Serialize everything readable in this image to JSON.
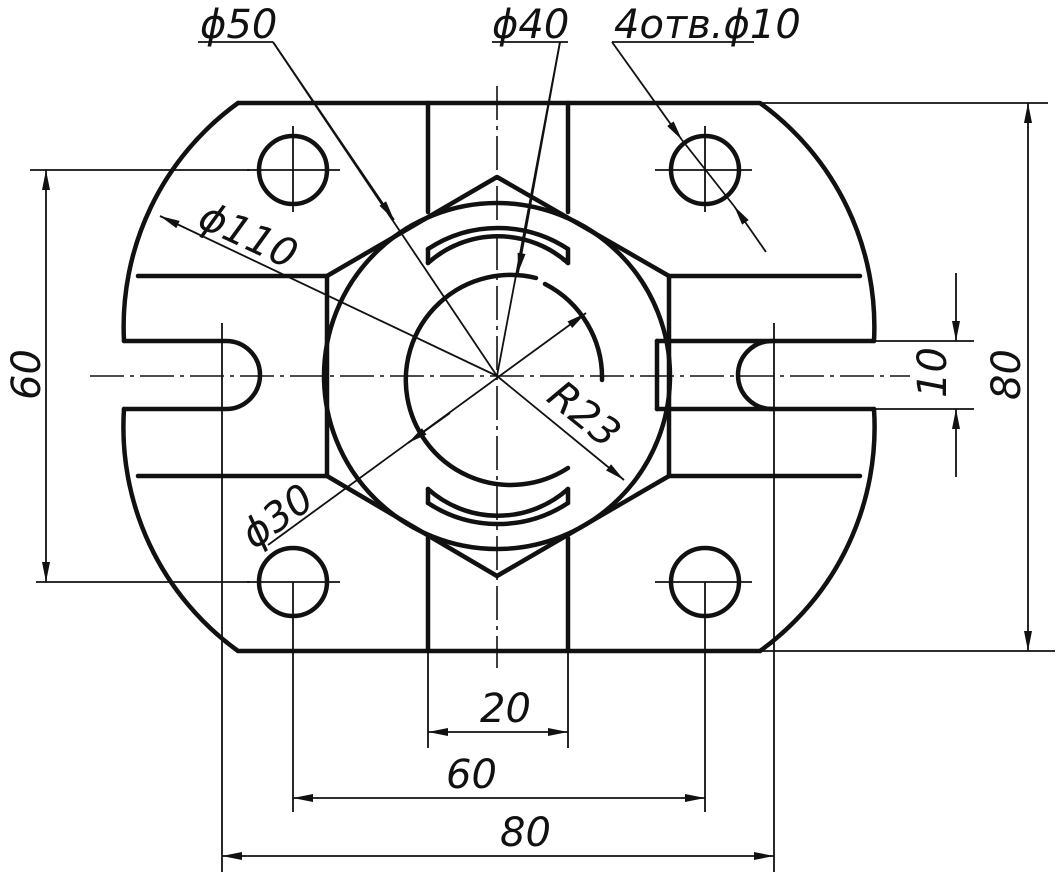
{
  "dimensions": {
    "d50": "ϕ50",
    "d40": "ϕ40",
    "holes": "4отв.ϕ10",
    "d110": "ϕ110",
    "d30": "ϕ30",
    "r23": "R23",
    "left_60": "60",
    "right_80": "80",
    "right_10": "10",
    "bottom_20": "20",
    "bottom_60": "60",
    "bottom_80": "80"
  }
}
